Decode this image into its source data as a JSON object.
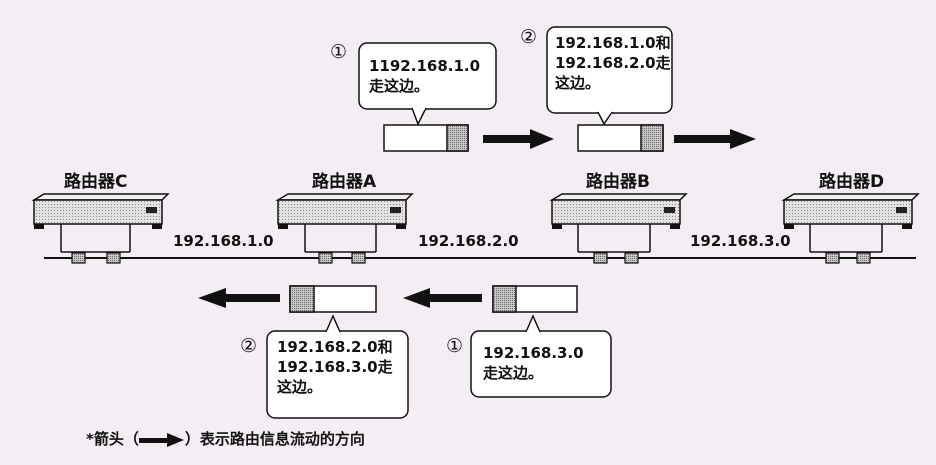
{
  "routers": {
    "c": "路由器C",
    "a": "路由器A",
    "b": "路由器B",
    "d": "路由器D"
  },
  "networks": {
    "n1": "192.168.1.0",
    "n2": "192.168.2.0",
    "n3": "192.168.3.0"
  },
  "top_messages": [
    {
      "marker": "①",
      "text": "1192.168.1.0\n走这边。"
    },
    {
      "marker": "②",
      "text": "192.168.1.0和\n192.168.2.0走\n这边。"
    }
  ],
  "bottom_messages": [
    {
      "marker": "②",
      "text": "192.168.2.0和\n192.168.3.0走\n这边。"
    },
    {
      "marker": "①",
      "text": "192.168.3.0\n走这边。"
    }
  ],
  "note": {
    "star": "*",
    "prefix": "箭头（",
    "suffix": "）表示路由信息流动的方向"
  },
  "colors": {
    "background": "#f4eef4",
    "router_body": "#d9d9d9",
    "packet_fill": "#bdbdbd",
    "line": "#111111"
  }
}
